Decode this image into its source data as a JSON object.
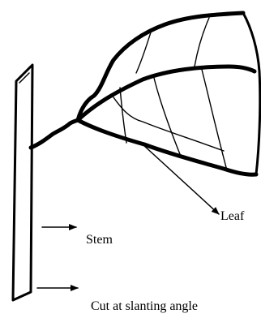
{
  "labels": {
    "leaf": "Leaf",
    "stem": "Stem",
    "cut": "Cut at slanting angle"
  },
  "colors": {
    "ink": "#000000",
    "background": "#ffffff"
  }
}
